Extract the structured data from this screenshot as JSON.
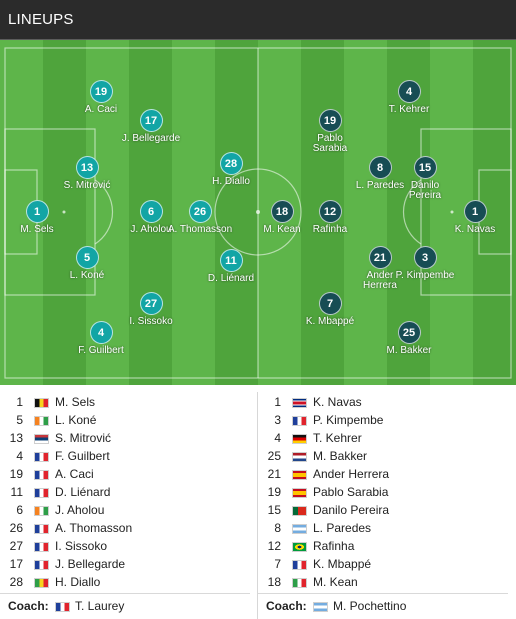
{
  "header": {
    "title": "LINEUPS"
  },
  "colors": {
    "pitch_light": "#5eb54a",
    "pitch_dark": "#4fa43c",
    "home_marker": "#12a5a5",
    "away_marker": "#174d54"
  },
  "pitch_home": [
    {
      "number": "1",
      "name": "M. Sels"
    },
    {
      "number": "19",
      "name": "A. Caci"
    },
    {
      "number": "13",
      "name": "S. Mitrović"
    },
    {
      "number": "5",
      "name": "L. Koné"
    },
    {
      "number": "4",
      "name": "F. Guilbert"
    },
    {
      "number": "17",
      "name": "J. Bellegarde"
    },
    {
      "number": "6",
      "name": "J. Aholou"
    },
    {
      "number": "27",
      "name": "I. Sissoko"
    },
    {
      "number": "26",
      "name": "A. Thomasson"
    },
    {
      "number": "28",
      "name": "H. Diallo"
    },
    {
      "number": "11",
      "name": "D. Liénard"
    }
  ],
  "pitch_away": [
    {
      "number": "1",
      "name": "K. Navas"
    },
    {
      "number": "4",
      "name": "T. Kehrer"
    },
    {
      "number": "15",
      "name": "Danilo Pereira"
    },
    {
      "number": "3",
      "name": "P. Kimpembe"
    },
    {
      "number": "25",
      "name": "M. Bakker"
    },
    {
      "number": "19",
      "name": "Pablo Sarabia"
    },
    {
      "number": "8",
      "name": "L. Paredes"
    },
    {
      "number": "21",
      "name": "Ander Herrera"
    },
    {
      "number": "12",
      "name": "Rafinha"
    },
    {
      "number": "18",
      "name": "M. Kean"
    },
    {
      "number": "7",
      "name": "K. Mbappé"
    }
  ],
  "home_list": [
    {
      "number": "1",
      "name": "M. Sels",
      "flag": "belgium"
    },
    {
      "number": "5",
      "name": "L. Koné",
      "flag": "ivory-coast"
    },
    {
      "number": "13",
      "name": "S. Mitrović",
      "flag": "serbia"
    },
    {
      "number": "4",
      "name": "F. Guilbert",
      "flag": "france"
    },
    {
      "number": "19",
      "name": "A. Caci",
      "flag": "france"
    },
    {
      "number": "11",
      "name": "D. Liénard",
      "flag": "france"
    },
    {
      "number": "6",
      "name": "J. Aholou",
      "flag": "ivory-coast"
    },
    {
      "number": "26",
      "name": "A. Thomasson",
      "flag": "france"
    },
    {
      "number": "27",
      "name": "I. Sissoko",
      "flag": "france"
    },
    {
      "number": "17",
      "name": "J. Bellegarde",
      "flag": "france"
    },
    {
      "number": "28",
      "name": "H. Diallo",
      "flag": "senegal"
    }
  ],
  "away_list": [
    {
      "number": "1",
      "name": "K. Navas",
      "flag": "costa-rica"
    },
    {
      "number": "3",
      "name": "P. Kimpembe",
      "flag": "france"
    },
    {
      "number": "4",
      "name": "T. Kehrer",
      "flag": "germany"
    },
    {
      "number": "25",
      "name": "M. Bakker",
      "flag": "netherlands"
    },
    {
      "number": "21",
      "name": "Ander Herrera",
      "flag": "spain"
    },
    {
      "number": "19",
      "name": "Pablo Sarabia",
      "flag": "spain"
    },
    {
      "number": "15",
      "name": "Danilo Pereira",
      "flag": "portugal"
    },
    {
      "number": "8",
      "name": "L. Paredes",
      "flag": "argentina"
    },
    {
      "number": "12",
      "name": "Rafinha",
      "flag": "brazil"
    },
    {
      "number": "7",
      "name": "K. Mbappé",
      "flag": "france"
    },
    {
      "number": "18",
      "name": "M. Kean",
      "flag": "italy"
    }
  ],
  "coach_label": "Coach:",
  "home_coach": {
    "name": "T. Laurey",
    "flag": "france"
  },
  "away_coach": {
    "name": "M. Pochettino",
    "flag": "argentina"
  }
}
